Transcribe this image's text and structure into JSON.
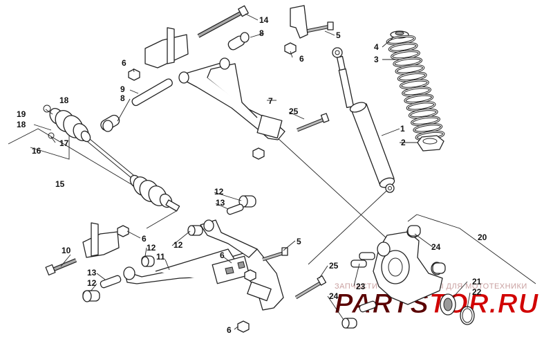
{
  "diagram": {
    "callouts": {
      "c1": "1",
      "c2": "2",
      "c3": "3",
      "c4": "4",
      "c5a": "5",
      "c5b": "5",
      "c6a": "6",
      "c6b": "6",
      "c6c": "6",
      "c6d": "6",
      "c6e": "6",
      "c7": "7",
      "c8a": "8",
      "c8b": "8",
      "c9": "9",
      "c10": "10",
      "c11": "11",
      "c12a": "12",
      "c12b": "12",
      "c12c": "12",
      "c12d": "12",
      "c13a": "13",
      "c13b": "13",
      "c14": "14",
      "c15": "15",
      "c16": "16",
      "c17": "17",
      "c18a": "18",
      "c18b": "18",
      "c19": "19",
      "c20": "20",
      "c21": "21",
      "c22": "22",
      "c23": "23",
      "c24a": "24",
      "c24b": "24",
      "c25a": "25",
      "c25b": "25"
    }
  },
  "watermark": {
    "caption": "ЗАПЧАСТИ И АКСЕССУАРЫ ДЛЯ МОТОТЕХНИКИ",
    "logo_part1": "PARTS",
    "logo_part2": "TOR.RU",
    "color_dark": "#5a0000",
    "color_red": "#d10000"
  }
}
